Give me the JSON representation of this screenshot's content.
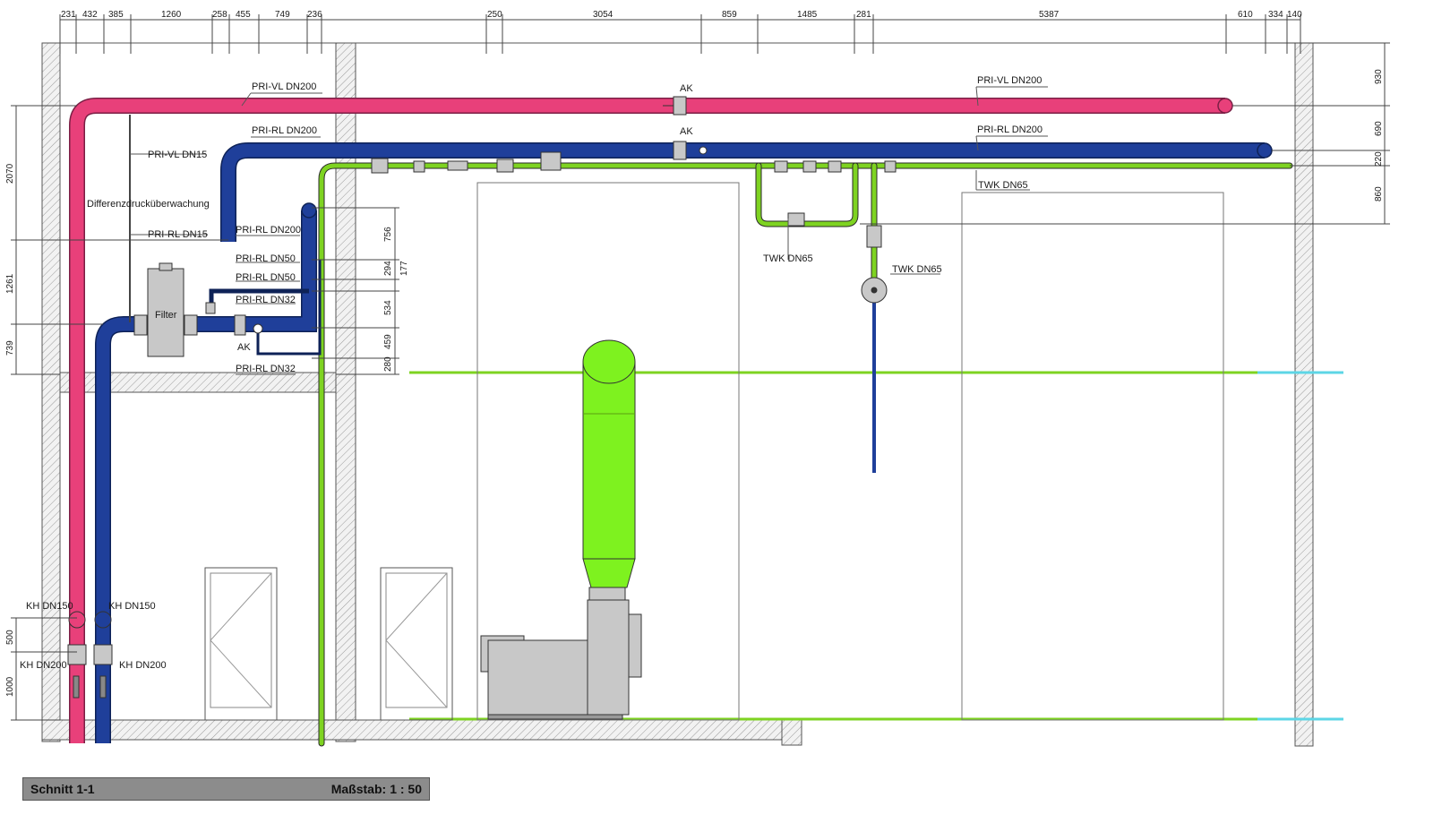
{
  "colors": {
    "supply": "#e8407a",
    "return": "#1f3f9a",
    "cold_water": "#7ed321",
    "equipment": "#c8c8c8",
    "wall": "#d8d8d8",
    "floor_line": "#5dd6e6"
  },
  "top_dimensions": [
    "231",
    "432",
    "385",
    "1260",
    "258",
    "455",
    "749",
    "236",
    "250",
    "3054",
    "859",
    "1485",
    "281",
    "5387",
    "610",
    "334",
    "140"
  ],
  "left_dimensions": [
    "2070",
    "1261",
    "739",
    "500",
    "1000"
  ],
  "right_dimensions": [
    "930",
    "690",
    "220",
    "860"
  ],
  "inner_dimensions": [
    "756",
    "294",
    "177",
    "534",
    "459",
    "280"
  ],
  "labels": {
    "pri_vl_dn200_left": "PRI-VL  DN200",
    "pri_vl_dn200_right": "PRI-VL  DN200",
    "pri_rl_dn200_top": "PRI-RL  DN200",
    "pri_rl_dn200_right": "PRI-RL  DN200",
    "pri_rl_dn200_mid": "PRI-RL  DN200",
    "pri_vl_dn15": "PRI-VL  DN15",
    "pri_rl_dn15": "PRI-RL  DN15",
    "differenzdruck": "Differenzdrucküberwachung",
    "pri_rl_dn50_a": "PRI-RL  DN50",
    "pri_rl_dn50_b": "PRI-RL  DN50",
    "pri_rl_dn32_a": "PRI-RL  DN32",
    "pri_rl_dn32_b": "PRI-RL  DN32",
    "filter": "Filter",
    "ak_1": "AK",
    "ak_2": "AK",
    "ak_3": "AK",
    "twk_dn65_top": "TWK  DN65",
    "twk_dn65_mid": "TWK  DN65",
    "twk_dn65_right": "TWK  DN65",
    "kh_dn150_a": "KH DN150",
    "kh_dn150_b": "KH DN150",
    "kh_dn200_a": "KH DN200",
    "kh_dn200_b": "KH DN200"
  },
  "title_block": {
    "section": "Schnitt 1-1",
    "scale_label": "Maßstab:",
    "scale_value": "1 : 50"
  }
}
